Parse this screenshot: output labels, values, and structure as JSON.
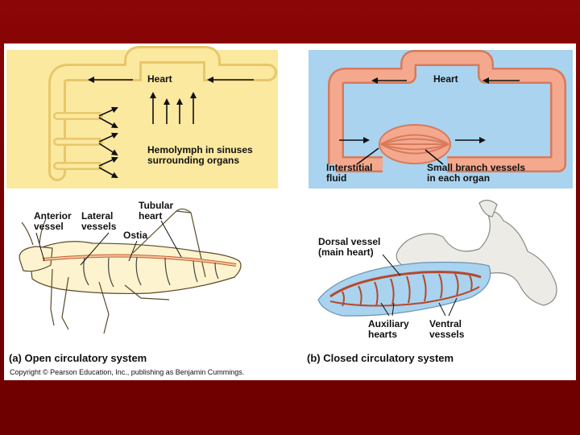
{
  "panel_a": {
    "heart_label": "Heart",
    "hemolymph_label": "Hemolymph in sinuses\nsurrounding organs",
    "anterior_vessel_label": "Anterior\nvessel",
    "lateral_vessels_label": "Lateral\nvessels",
    "tubular_heart_label": "Tubular\nheart",
    "ostia_label": "Ostia",
    "caption": "(a) Open circulatory system",
    "background_color": "#fbe9a0"
  },
  "panel_b": {
    "heart_label": "Heart",
    "interstitial_fluid_label": "Interstitial\nfluid",
    "small_branch_label": "Small branch vessels\nin each organ",
    "dorsal_vessel_label": "Dorsal vessel\n(main heart)",
    "auxiliary_hearts_label": "Auxiliary\nhearts",
    "ventral_vessels_label": "Ventral\nvessels",
    "caption": "(b) Closed circulatory system",
    "background_color": "#a9d3ee",
    "vessel_color": "#f4a98e"
  },
  "copyright": "Copyright © Pearson Education, Inc., publishing as Benjamin Cummings."
}
